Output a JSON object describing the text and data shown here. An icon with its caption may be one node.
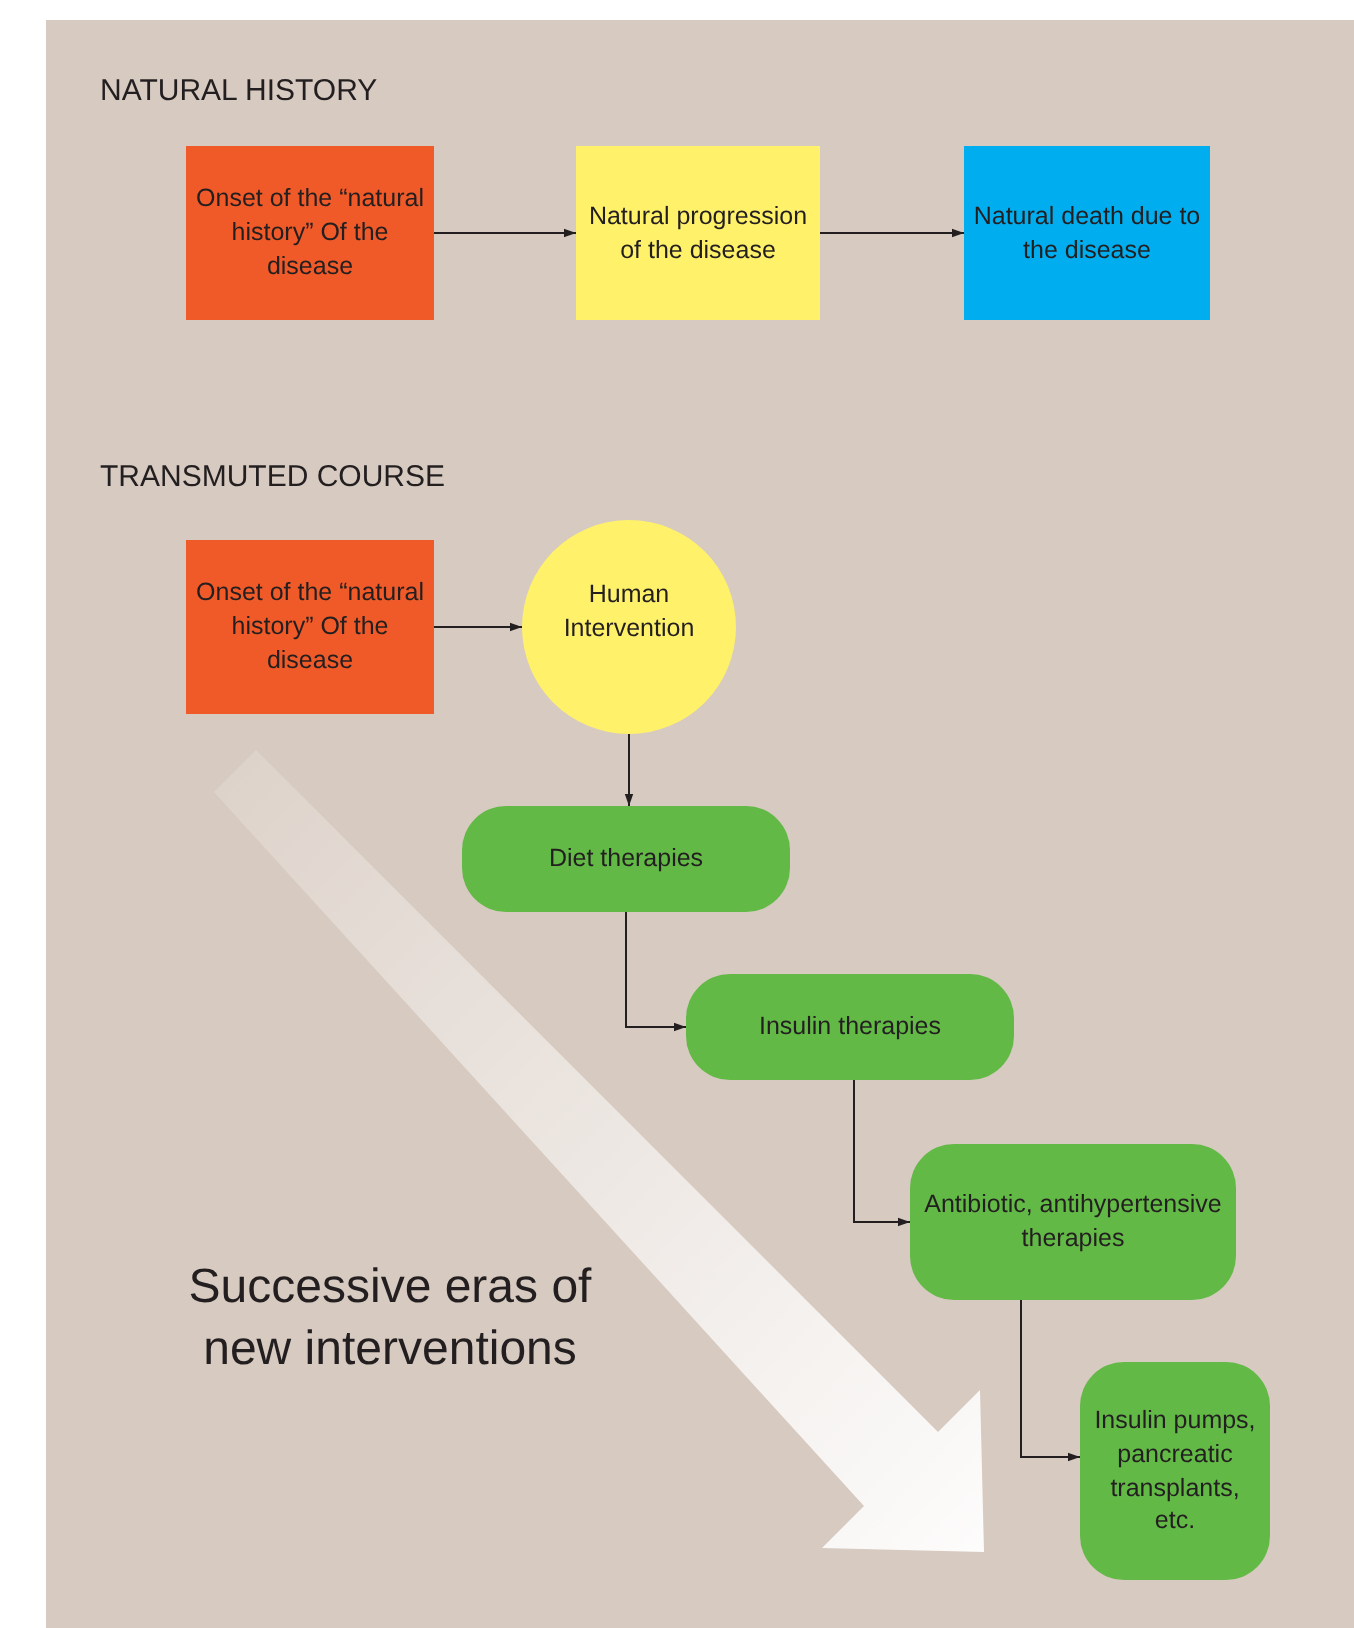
{
  "diagram": {
    "nodes": [
      {
        "text": [
          "Onset of the “natural history” Of the disease"
        ]
      },
      {
        "text": [
          "Natural progression of the disease"
        ]
      },
      {
        "text": [
          "Natural death due to the disease"
        ]
      },
      {
        "text": [
          "Onset of the “natural history” Of the disease"
        ]
      },
      {
        "text": [
          "Human Intervention"
        ]
      },
      {
        "text": [
          "Diet therapies"
        ]
      },
      {
        "text": [
          "Insulin therapies"
        ]
      },
      {
        "text": [
          "Antibiotic, antihypertensive therapies"
        ]
      },
      {
        "text": [
          "Insulin pumps, pancreatic transplants, etc."
        ]
      }
    ],
    "edges": [
      {
        "from": 0,
        "to": 1,
        "arrow": "to"
      },
      {
        "from": 1,
        "to": 2,
        "arrow": "to"
      },
      {
        "from": 3,
        "to": 4,
        "arrow": "to"
      },
      {
        "from": 4,
        "to": 5,
        "arrow": "to"
      },
      {
        "from": 5,
        "to": 6,
        "arrow": "to"
      },
      {
        "from": 6,
        "to": 7,
        "arrow": "to"
      },
      {
        "from": 7,
        "to": 8,
        "arrow": "to"
      }
    ],
    "labels": [
      "NATURAL HISTORY",
      "TRANSMUTED COURSE",
      "Successive eras of new interventions"
    ]
  }
}
